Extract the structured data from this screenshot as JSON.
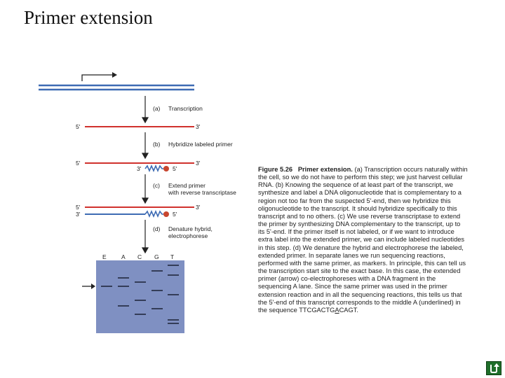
{
  "slide": {
    "title": "Primer extension"
  },
  "figure": {
    "steps": [
      {
        "letter": "(a)",
        "text": "Transcription"
      },
      {
        "letter": "(b)",
        "text": "Hybridize labeled primer"
      },
      {
        "letter": "(c)",
        "text": "Extend primer",
        "text2": "with reverse transcriptase"
      },
      {
        "letter": "(d)",
        "text": "Denature hybrid,",
        "text2": "electrophorese"
      }
    ],
    "ends": {
      "five": "5'",
      "three": "3'"
    },
    "gel_lanes": [
      "E",
      "A",
      "C",
      "G",
      "T"
    ],
    "caption": {
      "label": "Figure 5.26",
      "heading": "Primer extension.",
      "body": "(a) Transcription occurs naturally within the cell, so we do not have to perform this step; we just harvest cellular RNA. (b) Knowing the sequence of at least part of the transcript, we synthesize and label a DNA oligonucleotide that is complementary to a region not too far from the suspected 5'-end, then we hybridize this oligonucleotide to the transcript. It should hybridize specifically to this transcript and to no others. (c) We use reverse transcriptase to extend the primer by synthesizing DNA complementary to the transcript, up to its 5'-end. If the primer itself is not labeled, or if we want to introduce extra label into the extended primer, we can include labeled nucleotides in this step. (d) We denature the hybrid and electrophorese the labeled, extended primer. In separate lanes we run sequencing reactions, performed with the same primer, as markers. In principle, this can tell us the transcription start site to the exact base. In this case, the extended primer (arrow) co-electrophoreses with a DNA fragment in the sequencing A lane. Since the same primer was used in the primer extension reaction and in all the sequencing reactions, this tells us that the 5'-end of this transcript corresponds to the middle A (underlined) in the sequence",
      "seq_before": "TTCGACTG",
      "seq_underlined": "A",
      "seq_after": "CAGT."
    }
  },
  "nav": {
    "icon": "return-icon"
  }
}
